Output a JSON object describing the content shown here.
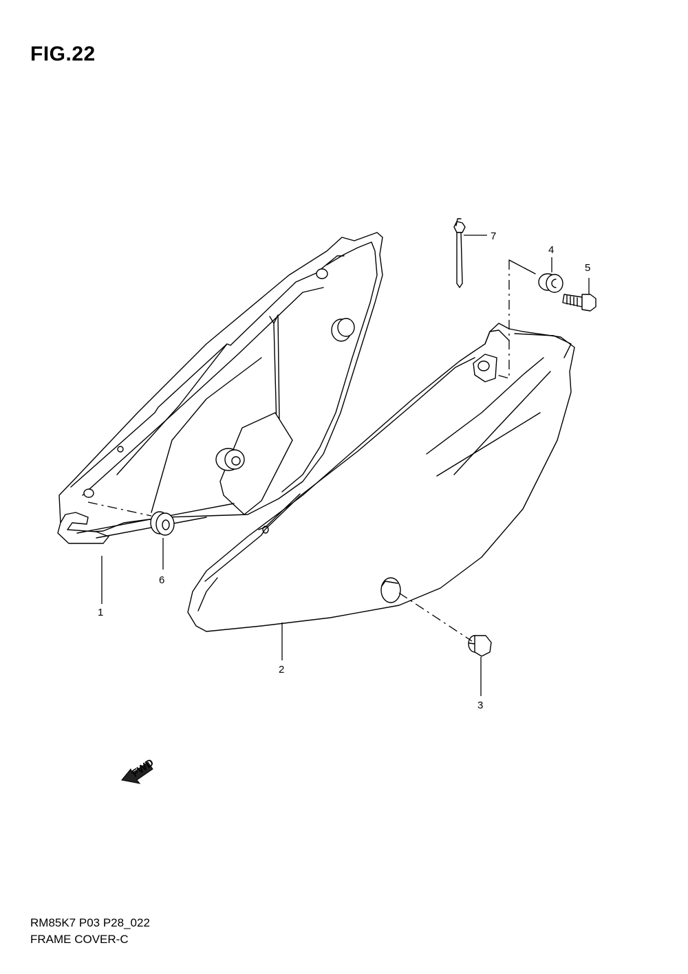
{
  "figure": {
    "title": "FIG.22"
  },
  "callouts": {
    "c1": "1",
    "c2": "2",
    "c3": "3",
    "c4": "4",
    "c5": "5",
    "c6": "6",
    "c7": "7"
  },
  "fwd_arrow": {
    "label": "FWD",
    "icon": "forward-arrow-icon"
  },
  "footer": {
    "code": "RM85K7 P03 P28_022",
    "name": "FRAME COVER-C"
  }
}
